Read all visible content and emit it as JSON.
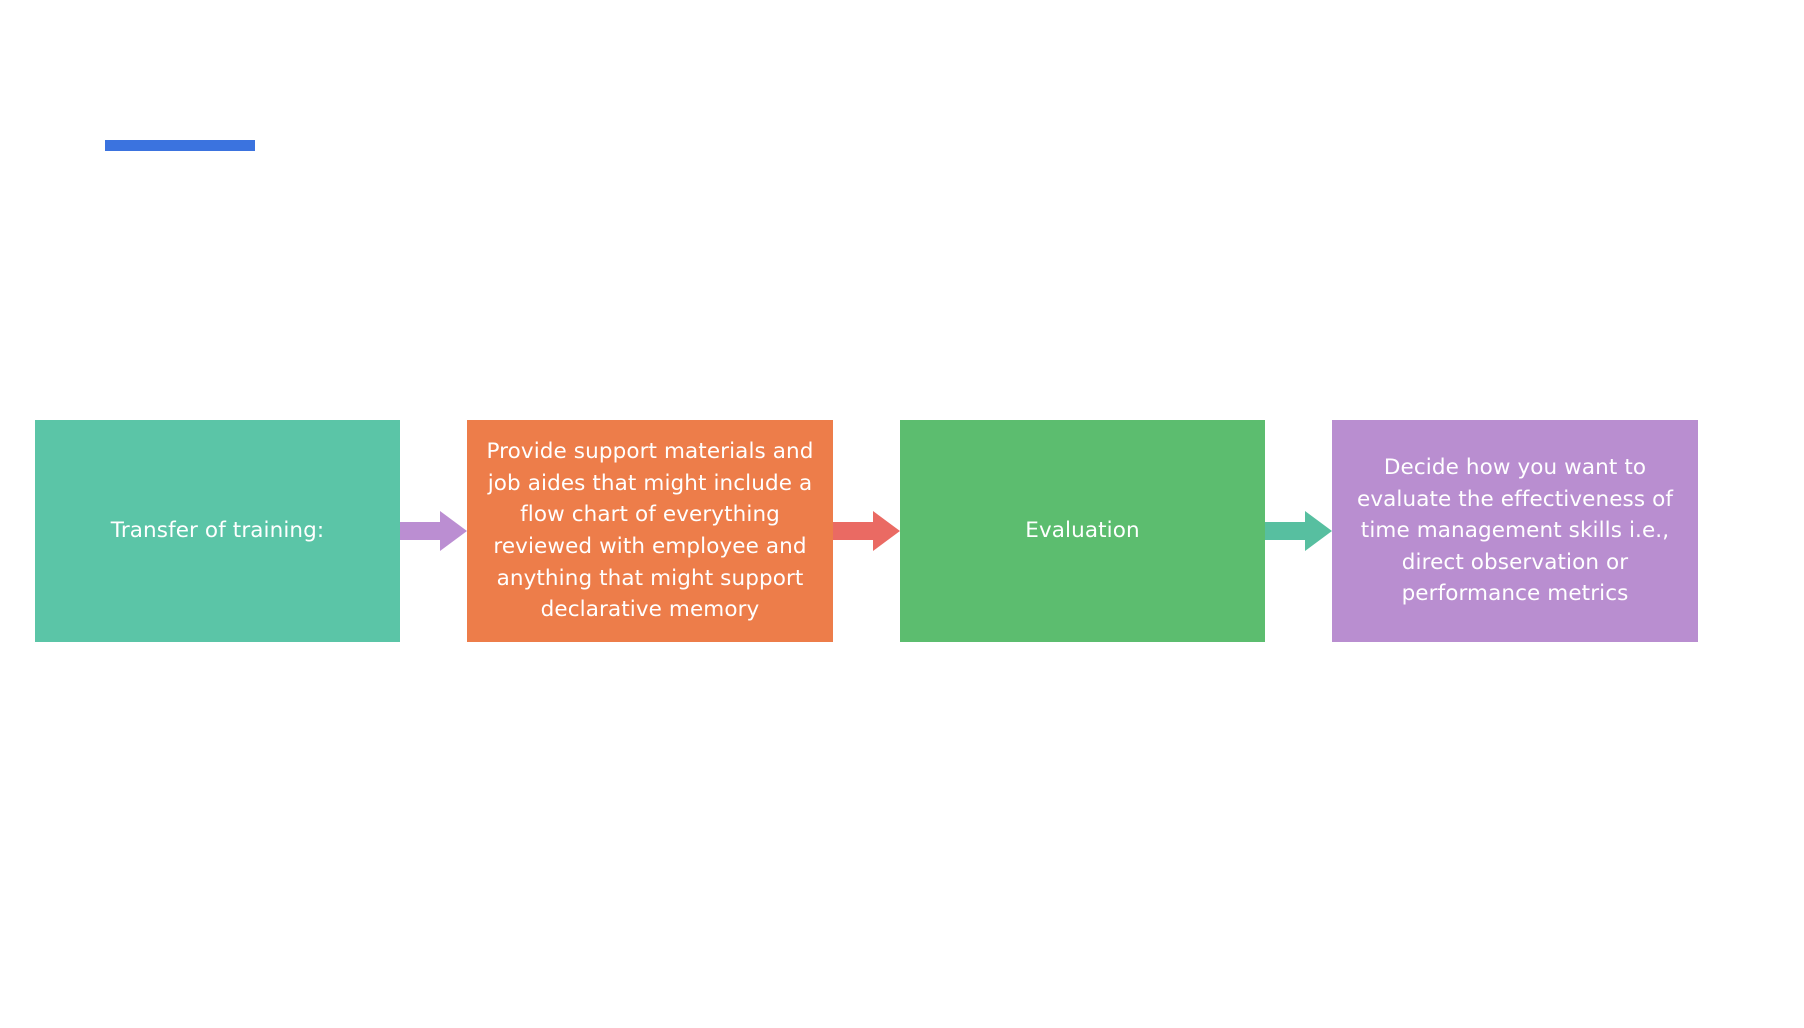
{
  "diagram": {
    "type": "horizontal-process-flow",
    "title_bar": {
      "name": "accent-bar",
      "color": "#3b73df",
      "text": ""
    },
    "nodes": [
      {
        "id": "transfer-of-training",
        "label": "Transfer of training:",
        "color": "#5bc5a7"
      },
      {
        "id": "support-materials",
        "label": "Provide support materials and job aides that might include a flow chart of everything reviewed with employee and anything that might support declarative memory",
        "color": "#ed7d4a"
      },
      {
        "id": "evaluation",
        "label": "Evaluation",
        "color": "#5cbd6f"
      },
      {
        "id": "decide-evaluation-method",
        "label": "Decide how you want to evaluate the effectiveness of time management skills i.e., direct observation or performance metrics",
        "color": "#b98ed0"
      }
    ],
    "connectors": [
      {
        "id": "arrow-1",
        "from": "transfer-of-training",
        "to": "support-materials",
        "color": "#bb8ed2",
        "direction": "right"
      },
      {
        "id": "arrow-2",
        "from": "support-materials",
        "to": "evaluation",
        "color": "#ea6a63",
        "direction": "right"
      },
      {
        "id": "arrow-3",
        "from": "evaluation",
        "to": "decide-evaluation-method",
        "color": "#57bfa0",
        "direction": "right"
      }
    ]
  }
}
